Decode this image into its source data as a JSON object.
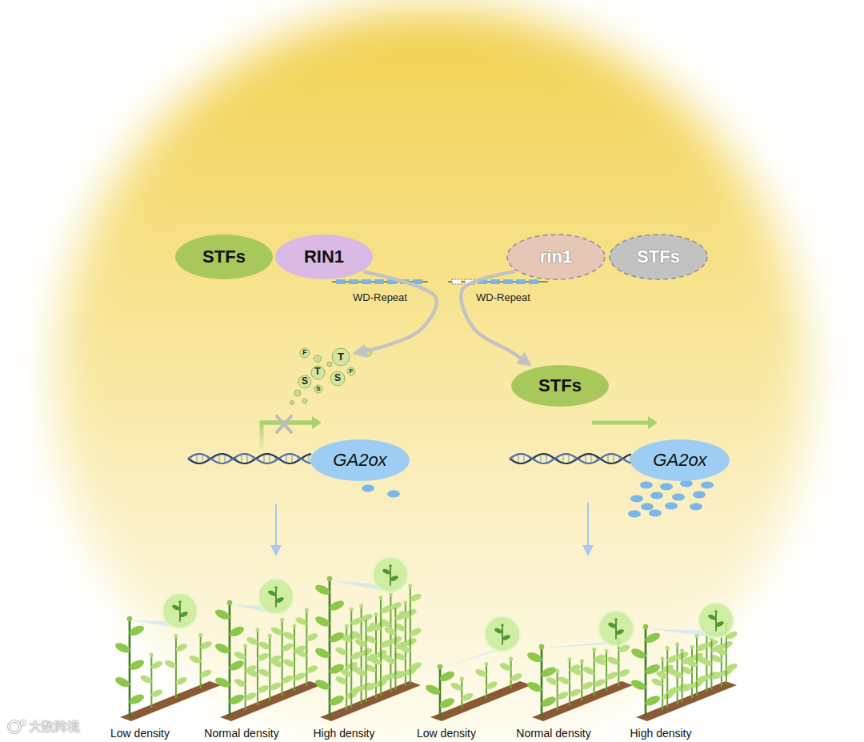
{
  "diagram": {
    "nodes": [
      {
        "text": [
          "STFs"
        ]
      },
      {
        "text": [
          "RIN1"
        ]
      },
      {
        "text": [
          "rin1"
        ]
      },
      {
        "text": [
          "STFs"
        ]
      },
      {
        "text": [
          "F"
        ]
      },
      {
        "text": [
          "T"
        ]
      },
      {
        "text": [
          "F"
        ]
      },
      {
        "text": [
          "T"
        ]
      },
      {
        "text": [
          "S"
        ]
      },
      {
        "text": [
          "S"
        ]
      },
      {
        "text": [
          "S"
        ]
      },
      {
        "text": [
          "STFs"
        ]
      },
      {
        "text": [
          "GA2ox"
        ]
      },
      {
        "text": [
          "GA2ox"
        ]
      }
    ],
    "edges": [
      {
        "from": 1,
        "to": 5,
        "arrow": "to"
      },
      {
        "from": 2,
        "to": 11,
        "arrow": "to"
      }
    ],
    "labels": [
      "WD-Repeat",
      "WD-Repeat",
      "Low density",
      "Normal density",
      "High density",
      "Low density",
      "Normal density",
      "High density",
      "大数跨境"
    ]
  }
}
